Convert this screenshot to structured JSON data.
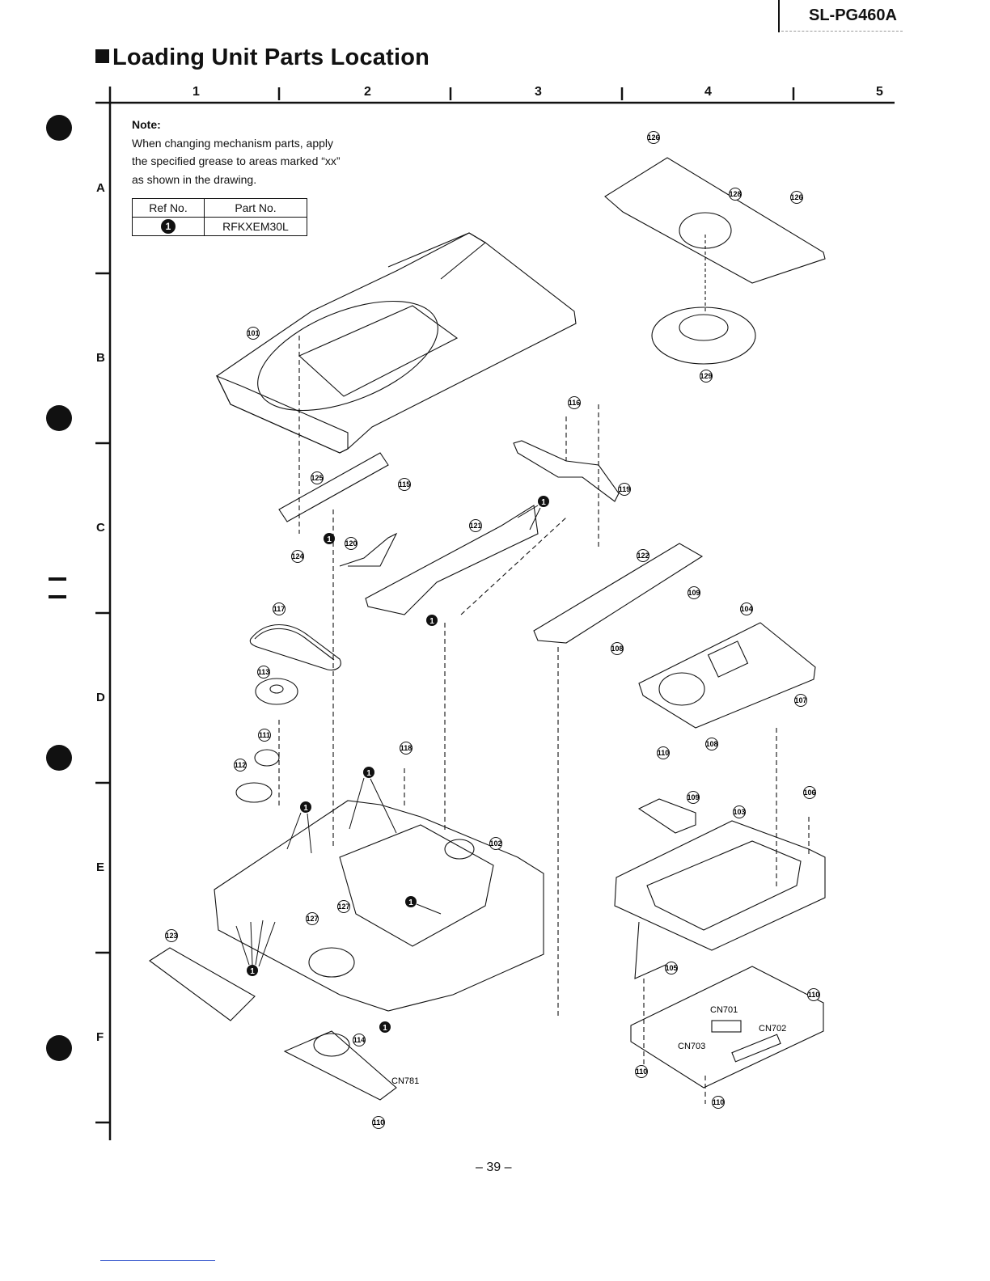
{
  "header": {
    "model": "SL-PG460A"
  },
  "title": "Loading Unit Parts Location",
  "grid": {
    "columns": [
      "1",
      "2",
      "3",
      "4",
      "5"
    ],
    "rows": [
      "A",
      "B",
      "C",
      "D",
      "E",
      "F"
    ]
  },
  "note": {
    "title": "Note:",
    "lines": [
      "When changing mechanism parts, apply",
      "the specified grease to areas marked “xx”",
      "as shown in the drawing."
    ]
  },
  "ref_table": {
    "headers": [
      "Ref No.",
      "Part No."
    ],
    "rows": [
      {
        "ref": "1",
        "part": "RFKXEM30L"
      }
    ]
  },
  "callouts": [
    "101",
    "102",
    "103",
    "104",
    "105",
    "106",
    "107",
    "108",
    "109",
    "110",
    "111",
    "112",
    "113",
    "114",
    "115",
    "116",
    "117",
    "118",
    "119",
    "120",
    "121",
    "122",
    "123",
    "124",
    "125",
    "126",
    "127",
    "128",
    "129"
  ],
  "connectors": [
    "CN701",
    "CN702",
    "CN703",
    "CN781"
  ],
  "grease_mark": "1",
  "footer": {
    "page": "– 39 –"
  },
  "colors": {
    "ink": "#111111",
    "paper": "#ffffff"
  }
}
